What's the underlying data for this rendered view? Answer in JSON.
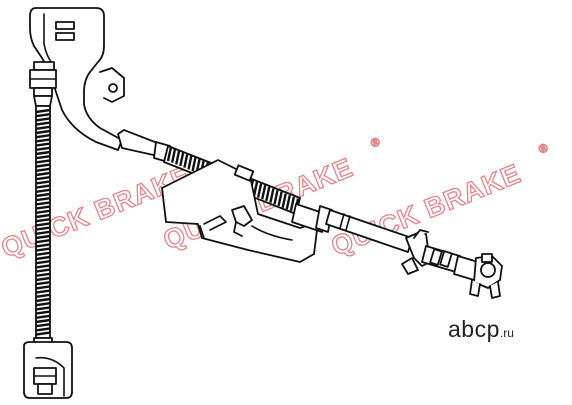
{
  "watermark": {
    "text": "QUICK BRAKE",
    "registered": "®",
    "color": "#e0868a"
  },
  "site_mark": {
    "name": "abcp",
    "tld": ".ru",
    "color": "#222222"
  },
  "part": {
    "description_icon": "brake-hose-icon",
    "line_color": "#111111"
  }
}
